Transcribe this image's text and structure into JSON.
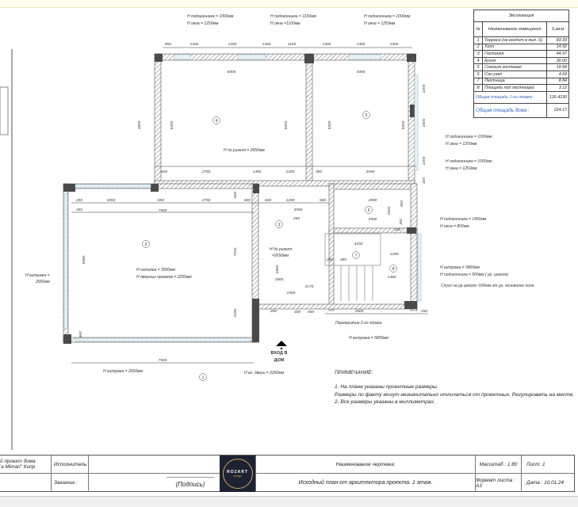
{
  "explication": {
    "title": "Экспликация",
    "headers": [
      "№",
      "Наименование помещения",
      "S,кв.м"
    ],
    "rows": [
      [
        "1",
        "Терраса (не входит в жил. S)",
        "83.33"
      ],
      [
        "2",
        "Холл",
        "14.92"
      ],
      [
        "3",
        "Гостиная",
        "44.97"
      ],
      [
        "4",
        "Кухня",
        "30.00"
      ],
      [
        "5",
        "Спальня гостевая",
        "19.94"
      ],
      [
        "6",
        "Сан.узел",
        "4.64"
      ],
      [
        "7",
        "Лестница",
        "8.84"
      ],
      [
        "8",
        "Площадь под лестницей",
        "3.12"
      ]
    ],
    "total_floor_label": "Общая площадь 1-го этажа:",
    "total_floor_value": "126.4230",
    "total_house_label": "Общая площадь дома :",
    "total_house_value": "224.17"
  },
  "annotations": [
    "H подоконника = 1000мм",
    "H окна = 1250мм",
    "H подоконника = 1150мм",
    "H окна =1100мм",
    "H подоконника = 1000мм",
    "H окна = 1250мм",
    "H подоконника = 1000мм",
    "H окна = 1250мм",
    "H подоконника = 1000мм",
    "H окна = 1250мм",
    "H до ригеля = 2650мм",
    "H подоконника = 1450мм",
    "H окна = 800мм",
    "H витража = 5800мм",
    "H подоконника = 500мм ( ур. цоколя)",
    "Спуск на ур.цоколя -500мм от ур. основного пола",
    "Перекрытие 2-го этажа",
    "H витража = 5800мм",
    "H витража =",
    "2650мм",
    "H потолка = 3000мм",
    "H дверных проемов = 2250мм",
    "H до ригеля",
    "=2650мм",
    "H витража = 2650мм",
    "H вх. двери = 2260мм",
    "ВХОД В",
    "ДОМ"
  ],
  "dimensions": [
    "850",
    "1400",
    "1250",
    "1400",
    "1100",
    "1300",
    "1400",
    "1300",
    "6000",
    "4000",
    "4500",
    "5300",
    "5300",
    "5300",
    "5300",
    "1200",
    "1600",
    "1200",
    "400",
    "600",
    "2750",
    "1450",
    "1200",
    "300",
    "3050",
    "250",
    "3050",
    "850",
    "2750",
    "600",
    "600",
    "1200",
    "900",
    "7500",
    "3050",
    "9450",
    "7000",
    "2150",
    "600",
    "600",
    "7500",
    "1800",
    "3170",
    "2300",
    "250",
    "400",
    "650",
    "2650",
    "2900",
    "2900",
    "1600",
    "800",
    "300",
    "100",
    "4250",
    "1200",
    "280",
    "280",
    "1480",
    "3500",
    "250",
    "250",
    "250"
  ],
  "room_numbers": [
    "4",
    "5",
    "2",
    "3",
    "6",
    "7",
    "8",
    "1"
  ],
  "notes": {
    "title": "ПРИМЕЧАНИЕ:",
    "lines": [
      "1. На плане указаны проектные размеры.",
      "Размеры по факту могут незначительно отличаться от проектных. Регулировать на месте.",
      "2. Все размеры указаны в миллиметрах."
    ]
  },
  "title_block": {
    "project_line1": "й проект дома",
    "project_line2": "'a Mimari\" Кипр",
    "executor_label": "Исполнитель:",
    "customer_label": "Заказчик :",
    "signature": "(Подпись)",
    "logo_text": "ROZART",
    "logo_sub": "design",
    "drawing_name_label": "Наименование чертежа:",
    "drawing_name": "Исходный план от архитектора проекта. 1 этаж.",
    "scale": "Масштаб : 1:80",
    "sheet": "Лист:  1",
    "format": "Формат листа : А3",
    "date": "Дата : 10.01.24"
  },
  "colors": {
    "wall_fill": "#4a4a4a",
    "window": "#b8d4e0",
    "table_blue": "#2a5fb0",
    "logo_bg": "#1d2233"
  }
}
